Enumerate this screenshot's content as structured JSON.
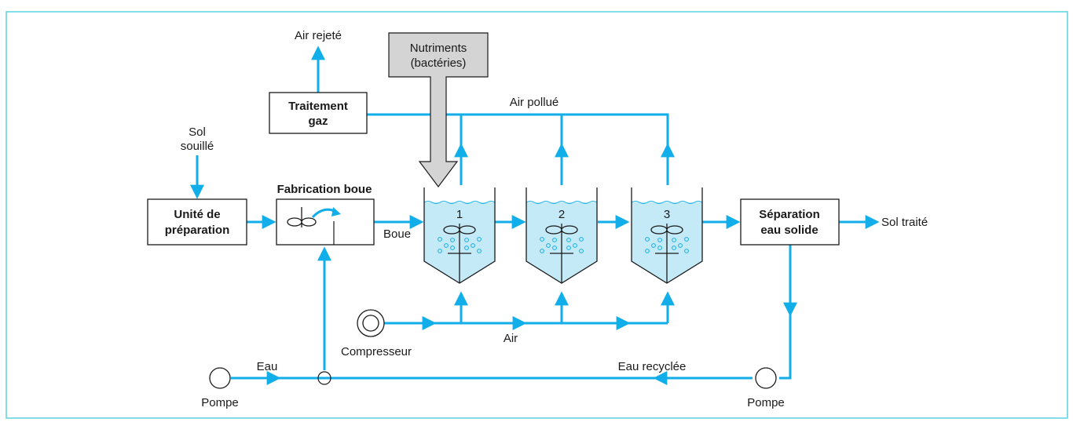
{
  "colors": {
    "pipe": "#11aee9",
    "frame": "#5bd3e3",
    "tank_fill": "#c4e9f7",
    "nutrient_fill": "#d4d4d4",
    "box_stroke": "#1a1a1a"
  },
  "labels": {
    "air_rejete": "Air rejeté",
    "traitement": [
      "Traitement",
      "gaz"
    ],
    "nutriments": [
      "Nutriments",
      "(bactéries)"
    ],
    "air_pollue": "Air pollué",
    "sol_souille": [
      "Sol",
      "souillé"
    ],
    "unite": [
      "Unité de",
      "préparation"
    ],
    "fabrication": "Fabrication boue",
    "boue": "Boue",
    "separation": [
      "Séparation",
      "eau solide"
    ],
    "sol_traite": "Sol traité",
    "compresseur": "Compresseur",
    "air": "Air",
    "eau": "Eau",
    "eau_recyclee": "Eau recyclée",
    "pompe_left": "Pompe",
    "pompe_right": "Pompe",
    "tank1": "1",
    "tank2": "2",
    "tank3": "3"
  },
  "icons": [
    "mixer-icon",
    "rotation-arrow-icon",
    "compressor-icon",
    "pump-icon",
    "impeller-icon",
    "bubbles-icon"
  ]
}
